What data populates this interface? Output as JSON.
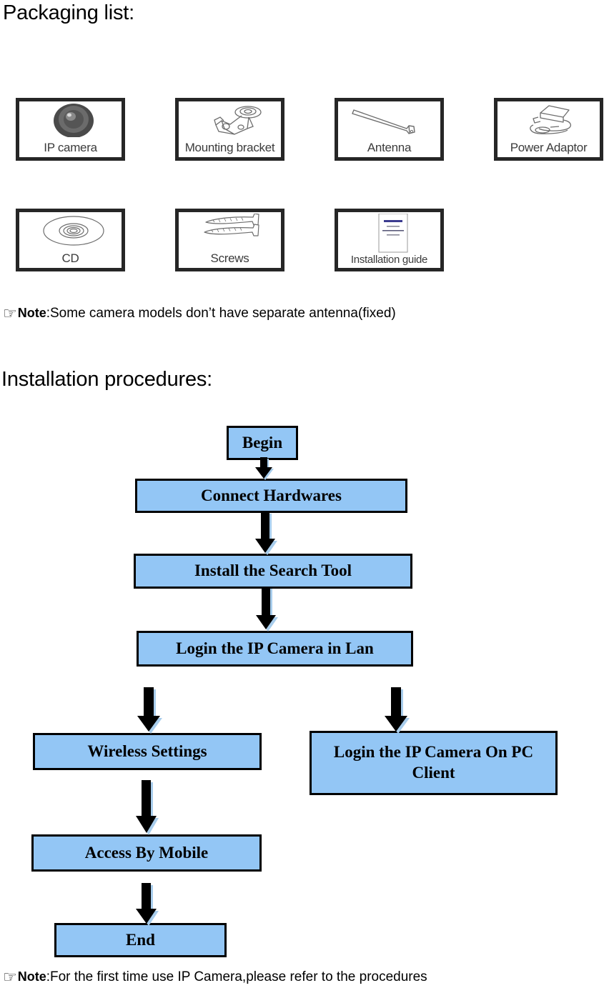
{
  "headings": {
    "packaging": "Packaging list:",
    "installation": "Installation procedures:"
  },
  "packaging": {
    "items": [
      {
        "label": "IP camera",
        "icon": "ip-camera-icon"
      },
      {
        "label": "Mounting bracket",
        "icon": "mounting-bracket-icon"
      },
      {
        "label": "Antenna",
        "icon": "antenna-icon"
      },
      {
        "label": "Power Adaptor",
        "icon": "power-adaptor-icon"
      },
      {
        "label": "CD",
        "icon": "cd-disc-icon"
      },
      {
        "label": "Screws",
        "icon": "screws-icon"
      },
      {
        "label": "Installation guide",
        "icon": "installation-guide-icon"
      }
    ]
  },
  "notes": {
    "hand_icon": "☞",
    "top": {
      "word": "Note",
      "text": ":Some camera models don’t have separate antenna(fixed)"
    },
    "bottom": {
      "word": "Note",
      "text": ":For the first time use IP Camera,please refer to the procedures"
    }
  },
  "flowchart": {
    "boxes": [
      {
        "id": "begin",
        "label": "Begin"
      },
      {
        "id": "connect",
        "label": "Connect Hardwares"
      },
      {
        "id": "install-tool",
        "label": "Install the Search Tool"
      },
      {
        "id": "login-lan",
        "label": "Login the IP Camera in Lan"
      },
      {
        "id": "wireless",
        "label": "Wireless Settings"
      },
      {
        "id": "pc-client",
        "label": "Login the IP Camera On PC Client"
      },
      {
        "id": "mobile",
        "label": "Access By Mobile"
      },
      {
        "id": "end",
        "label": "End"
      }
    ]
  },
  "colors": {
    "box_fill": "#93C6F5",
    "box_border": "#000000",
    "arrow_body": "#000000",
    "arrow_shadow": "#A8CDEC",
    "pack_border": "#262626"
  }
}
